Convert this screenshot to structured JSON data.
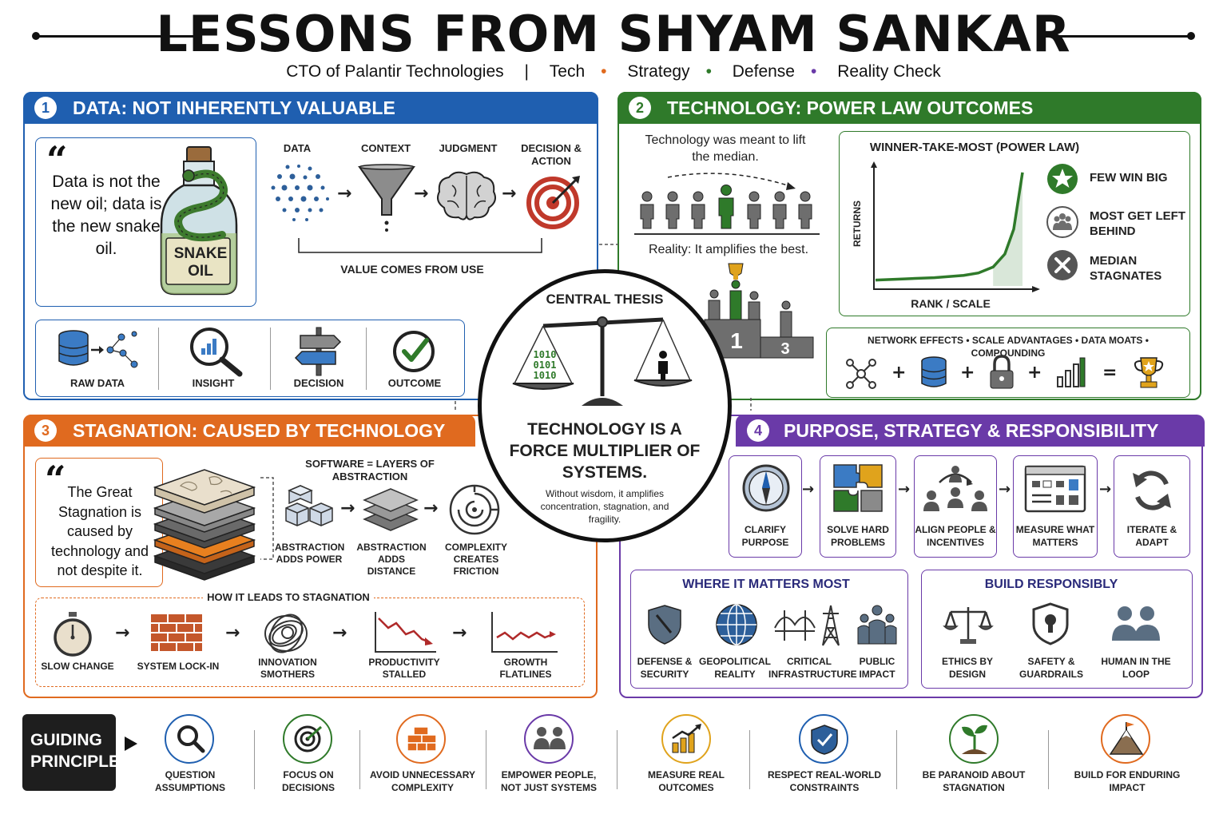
{
  "header": {
    "title": "LESSONS FROM SHYAM SANKAR",
    "subtitle_role": "CTO of Palantir Technologies",
    "subtitle_divider": "|",
    "tags": [
      "Tech",
      "Strategy",
      "Defense",
      "Reality Check"
    ],
    "bullet": "•"
  },
  "panel1": {
    "number": "1",
    "title": "DATA: NOT INHERENTLY VALUABLE",
    "quote_mark": "“",
    "quote": "Data is not the new oil; data is the new snake oil.",
    "bottle_label_1": "SNAKE",
    "bottle_label_2": "OIL",
    "flow": [
      "DATA",
      "CONTEXT",
      "JUDGMENT",
      "DECISION & ACTION"
    ],
    "flow_caption": "VALUE COMES FROM USE",
    "steps": [
      "RAW DATA",
      "INSIGHT",
      "DECISION",
      "OUTCOME"
    ]
  },
  "panel2": {
    "number": "2",
    "title": "TECHNOLOGY: POWER LAW OUTCOMES",
    "median_text": "Technology was meant to lift the median.",
    "reality_text": "Reality: It amplifies the best.",
    "podium_first": "1",
    "podium_third": "3",
    "chart_title": "WINNER-TAKE-MOST (POWER LAW)",
    "legend": [
      "FEW WIN BIG",
      "MOST GET LEFT BEHIND",
      "MEDIAN STAGNATES"
    ],
    "factors_caption": "NETWORK EFFECTS • SCALE ADVANTAGES • DATA MOATS • COMPOUNDING",
    "plus": "+",
    "equals": "="
  },
  "chart_data": {
    "type": "line",
    "title": "WINNER-TAKE-MOST (POWER LAW)",
    "xlabel": "RANK / SCALE",
    "ylabel": "RETURNS",
    "series": [
      {
        "x": [
          0,
          0.2,
          0.4,
          0.6,
          0.7,
          0.8,
          0.88,
          0.94,
          1.0
        ],
        "y": [
          0.05,
          0.06,
          0.07,
          0.09,
          0.11,
          0.16,
          0.27,
          0.48,
          0.96
        ]
      }
    ],
    "grid": false,
    "color": "#2f7a2a"
  },
  "center": {
    "heading": "CENTRAL THESIS",
    "binary": [
      "1010",
      "0101",
      "1010"
    ],
    "thesis": "TECHNOLOGY IS A FORCE MULTIPLIER OF SYSTEMS.",
    "note": "Without wisdom, it amplifies concentration, stagnation, and fragility."
  },
  "panel3": {
    "number": "3",
    "title": "STAGNATION: CAUSED BY TECHNOLOGY",
    "quote_mark": "“",
    "quote": "The Great Stagnation is caused by technology and not despite it.",
    "layers_caption": "SOFTWARE = LAYERS OF ABSTRACTION",
    "abstraction": [
      "ABSTRACTION ADDS POWER",
      "ABSTRACTION ADDS DISTANCE",
      "COMPLEXITY CREATES FRICTION"
    ],
    "chain_caption": "HOW IT LEADS TO STAGNATION",
    "chain": [
      "SLOW CHANGE",
      "SYSTEM LOCK-IN",
      "INNOVATION SMOTHERS",
      "PRODUCTIVITY STALLED",
      "GROWTH FLATLINES"
    ]
  },
  "panel4": {
    "number": "4",
    "title": "PURPOSE, STRATEGY & RESPONSIBILITY",
    "steps": [
      "CLARIFY PURPOSE",
      "SOLVE HARD PROBLEMS",
      "ALIGN PEOPLE & INCENTIVES",
      "MEASURE WHAT MATTERS",
      "ITERATE & ADAPT"
    ],
    "where_title": "WHERE IT MATTERS MOST",
    "where": [
      "DEFENSE & SECURITY",
      "GEOPOLITICAL REALITY",
      "CRITICAL INFRASTRUCTURE",
      "PUBLIC IMPACT"
    ],
    "build_title": "BUILD RESPONSIBLY",
    "build": [
      "ETHICS BY DESIGN",
      "SAFETY & GUARDRAILS",
      "HUMAN IN THE LOOP"
    ]
  },
  "footer": {
    "label": "GUIDING PRINCIPLES",
    "principles": [
      "QUESTION ASSUMPTIONS",
      "FOCUS ON DECISIONS",
      "AVOID UNNECESSARY COMPLEXITY",
      "EMPOWER PEOPLE, NOT JUST SYSTEMS",
      "MEASURE REAL OUTCOMES",
      "RESPECT REAL-WORLD CONSTRAINTS",
      "BE PARANOID ABOUT STAGNATION",
      "BUILD FOR ENDURING IMPACT"
    ]
  },
  "colors": {
    "blue": "#1f5fb0",
    "green": "#2f7a2a",
    "orange": "#e06a1f",
    "purple": "#6a3aa8",
    "dark": "#1e1e1e"
  }
}
